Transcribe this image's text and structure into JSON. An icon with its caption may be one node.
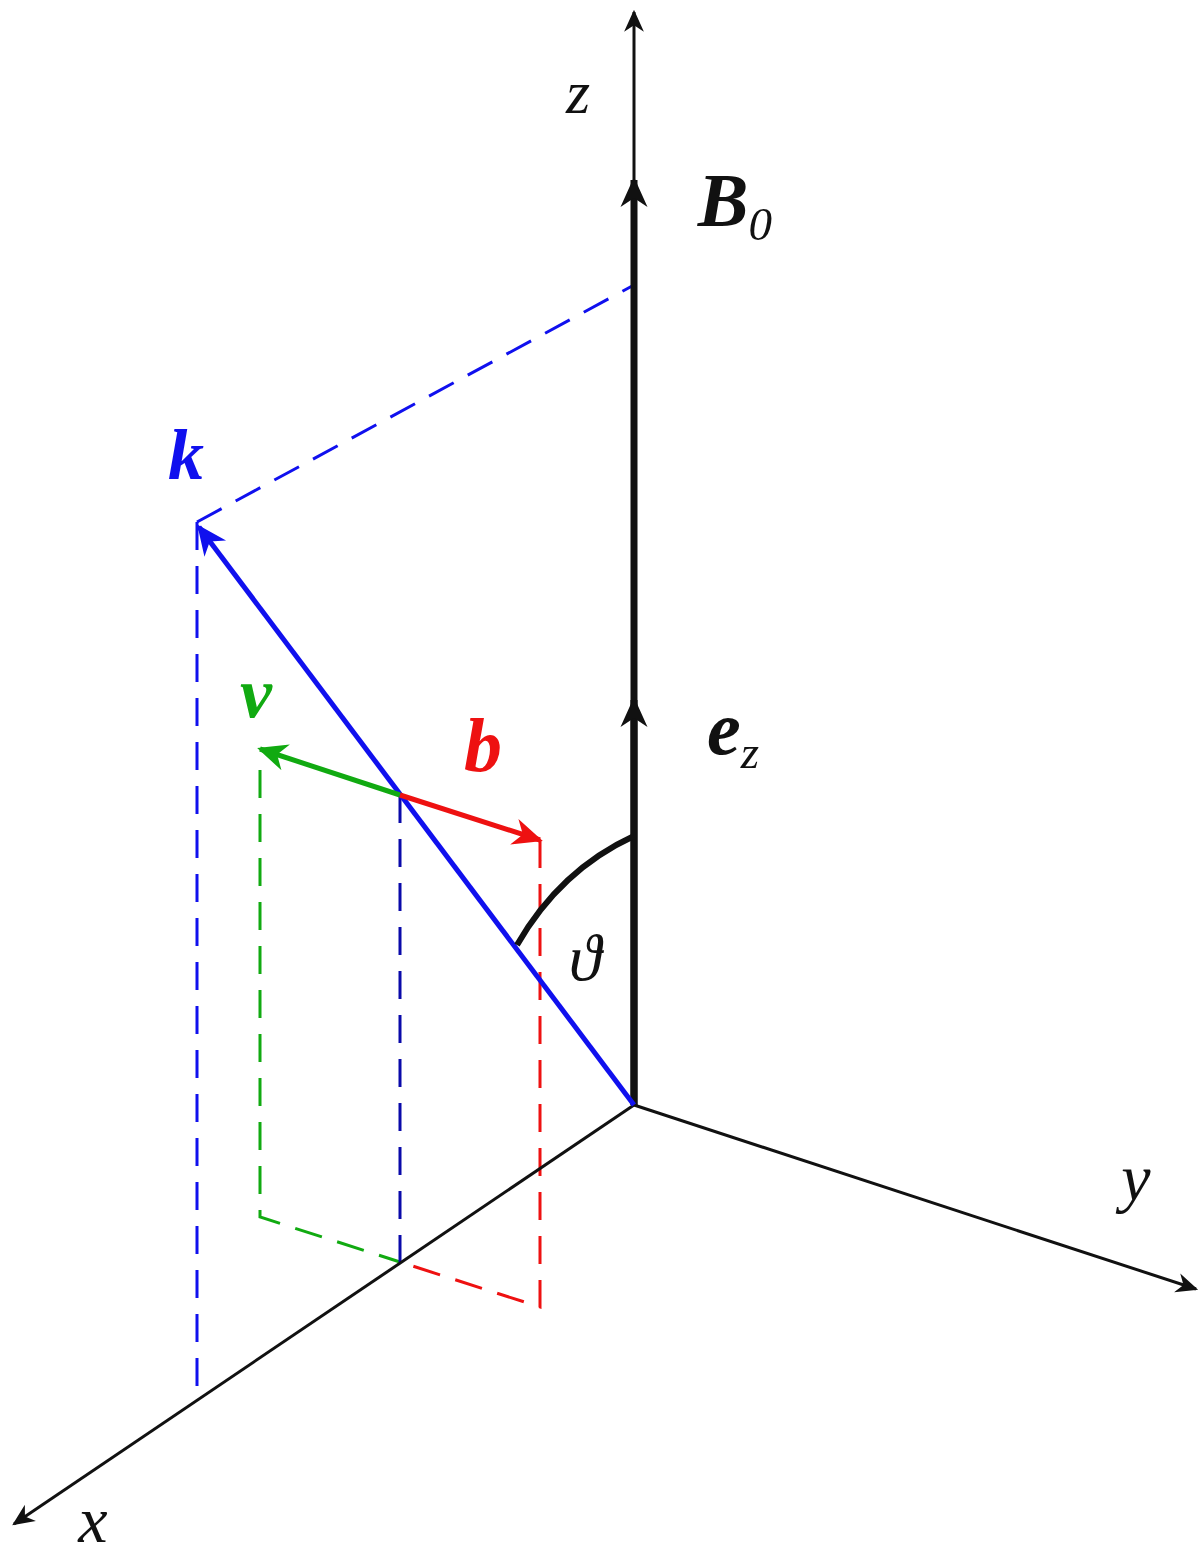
{
  "diagram": {
    "labels": [
      "z",
      "**B**$_{0}$",
      "k",
      "v",
      "**e**$_{z}$",
      "b",
      "ϑ",
      "y",
      "x"
    ]
  }
}
